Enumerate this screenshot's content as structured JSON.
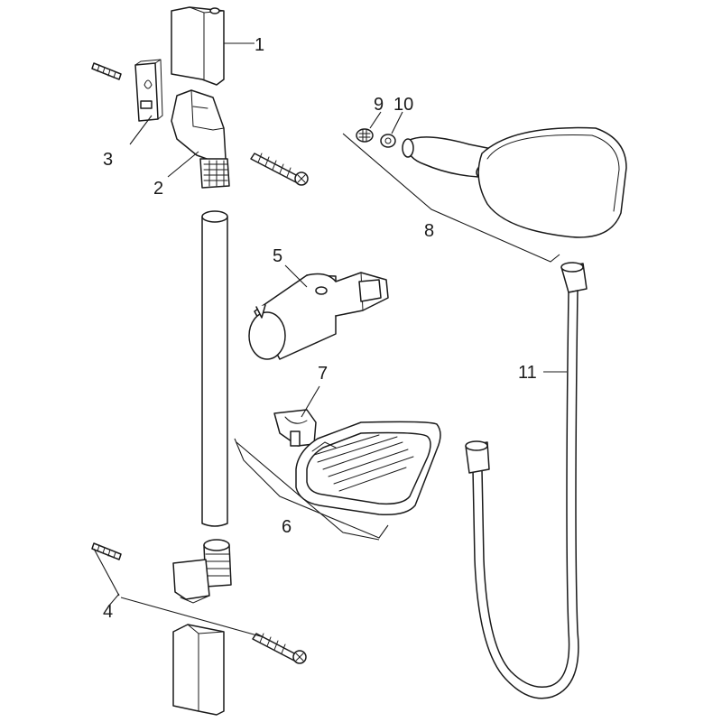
{
  "callouts": {
    "p1": "1",
    "p2": "2",
    "p3": "3",
    "p4": "4",
    "p5": "5",
    "p6": "6",
    "p7": "7",
    "p8": "8",
    "p9": "9",
    "p10": "10",
    "p11": "11"
  }
}
